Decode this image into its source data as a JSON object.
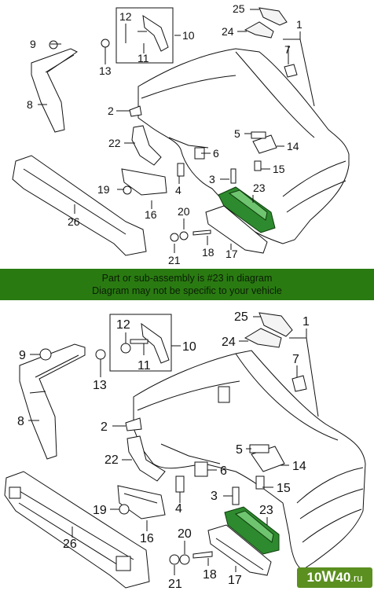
{
  "banner": {
    "line1": "Part or sub-assembly is #23 in diagram",
    "line2": "Diagram may not be specific to your vehicle"
  },
  "watermark": {
    "part1": "10",
    "part2": "W",
    "part3": "40",
    "part4": ".ru"
  },
  "highlight_part": "23",
  "colors": {
    "banner_bg": "#2a7a12",
    "highlight": "#2e8a2e",
    "watermark_bg": "#5b8f1f"
  },
  "callouts_top": [
    {
      "label": "1"
    },
    {
      "label": "2"
    },
    {
      "label": "3"
    },
    {
      "label": "4"
    },
    {
      "label": "5"
    },
    {
      "label": "6"
    },
    {
      "label": "7"
    },
    {
      "label": "8"
    },
    {
      "label": "9"
    },
    {
      "label": "10"
    },
    {
      "label": "11"
    },
    {
      "label": "12"
    },
    {
      "label": "13"
    },
    {
      "label": "14"
    },
    {
      "label": "15"
    },
    {
      "label": "16"
    },
    {
      "label": "17"
    },
    {
      "label": "18"
    },
    {
      "label": "19"
    },
    {
      "label": "20"
    },
    {
      "label": "21"
    },
    {
      "label": "22"
    },
    {
      "label": "23"
    },
    {
      "label": "24"
    },
    {
      "label": "25"
    },
    {
      "label": "26"
    }
  ],
  "callouts_bottom": [
    {
      "label": "1"
    },
    {
      "label": "2"
    },
    {
      "label": "3"
    },
    {
      "label": "4"
    },
    {
      "label": "5"
    },
    {
      "label": "6"
    },
    {
      "label": "7"
    },
    {
      "label": "8"
    },
    {
      "label": "9"
    },
    {
      "label": "10"
    },
    {
      "label": "11"
    },
    {
      "label": "12"
    },
    {
      "label": "13"
    },
    {
      "label": "14"
    },
    {
      "label": "15"
    },
    {
      "label": "16"
    },
    {
      "label": "17"
    },
    {
      "label": "18"
    },
    {
      "label": "19"
    },
    {
      "label": "20"
    },
    {
      "label": "21"
    },
    {
      "label": "22"
    },
    {
      "label": "23"
    },
    {
      "label": "24"
    },
    {
      "label": "25"
    },
    {
      "label": "26"
    }
  ]
}
